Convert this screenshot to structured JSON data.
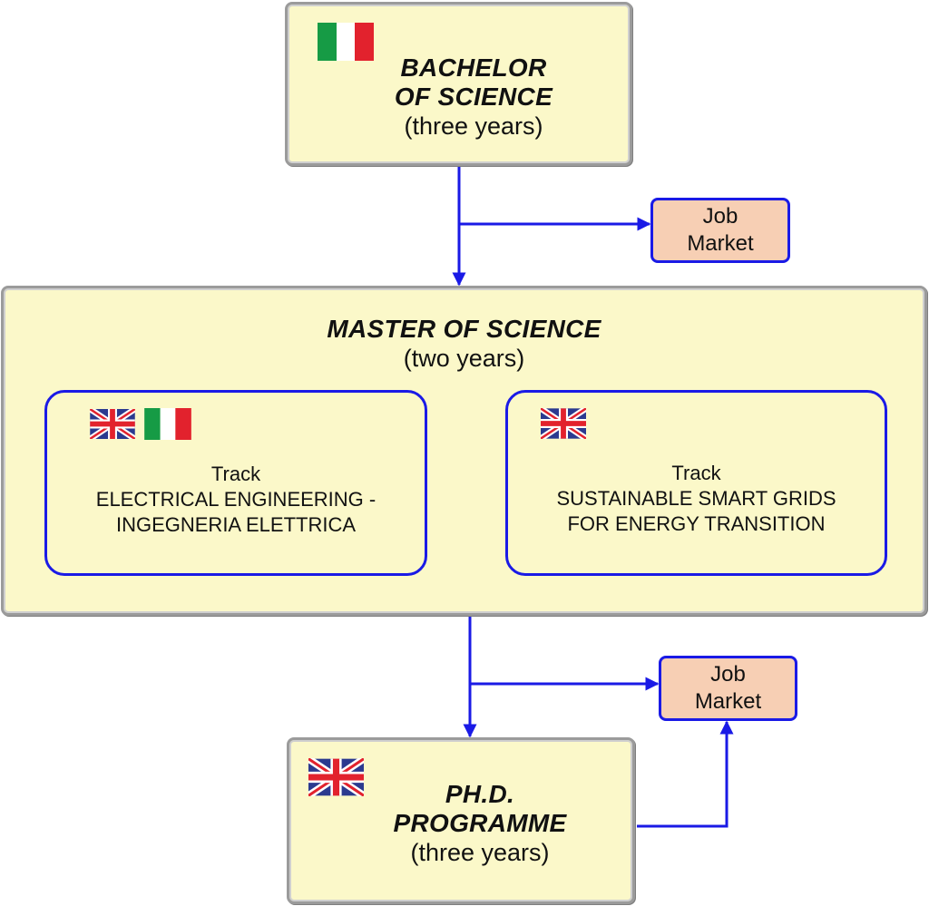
{
  "bachelor": {
    "line1": "BACHELOR",
    "line2": "OF SCIENCE",
    "duration": "(three years)",
    "flags": [
      "italy-flag"
    ]
  },
  "job_market_1": {
    "line1": "Job",
    "line2": "Market"
  },
  "master": {
    "title": "MASTER OF SCIENCE",
    "duration": "(two years)",
    "tracks": [
      {
        "label": "Track",
        "line1": "ELECTRICAL ENGINEERING -",
        "line2": "INGEGNERIA ELETTRICA",
        "flags": [
          "uk-flag",
          "italy-flag"
        ]
      },
      {
        "label": "Track",
        "line1": "SUSTAINABLE SMART GRIDS",
        "line2": "FOR ENERGY TRANSITION",
        "flags": [
          "uk-flag"
        ]
      }
    ]
  },
  "job_market_2": {
    "line1": "Job",
    "line2": "Market"
  },
  "phd": {
    "line1": "PH.D.",
    "line2": "PROGRAMME",
    "duration": "(three years)",
    "flags": [
      "uk-flag"
    ]
  },
  "colors": {
    "box_fill": "#fbf8c9",
    "box_border": "#9b9b9b",
    "accent_blue": "#1a1ae6",
    "job_fill": "#f7cfb4",
    "flag_green": "#169b45",
    "flag_red": "#e2222d",
    "uk_blue": "#2b3a8f"
  }
}
